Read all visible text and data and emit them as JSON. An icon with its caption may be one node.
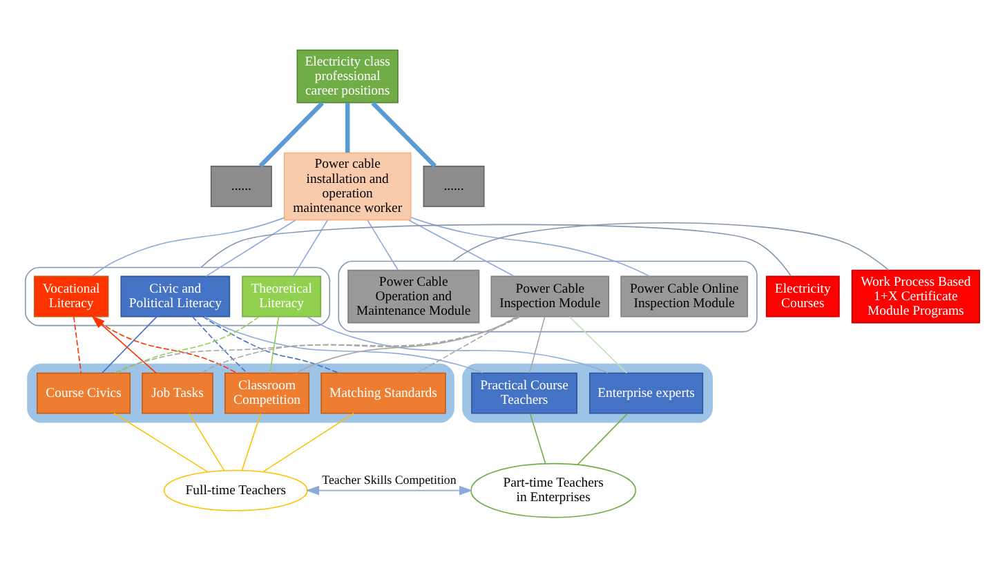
{
  "diagram": {
    "nodes": [
      {
        "text": [
          "Electricity class professional career positions"
        ]
      },
      {
        "text": [
          "......"
        ]
      },
      {
        "text": [
          "Power cable installation and operation maintenance worker"
        ]
      },
      {
        "text": [
          "......"
        ]
      },
      {
        "text": [
          "Electricity Courses"
        ]
      },
      {
        "text": [
          "Work Process Based 1+X Certificate Module Programs"
        ]
      },
      {
        "text": [],
        "shape": "box"
      },
      {
        "text": [
          "Civic and Political Literacy"
        ],
        "in": 6
      },
      {
        "text": [
          "Vocational Literacy"
        ],
        "in": 6
      },
      {
        "text": [
          "Theoretical Literacy"
        ],
        "in": 6
      },
      {
        "text": [],
        "shape": "box"
      },
      {
        "text": [
          "Power Cable Operation and Maintenance Module"
        ],
        "in": 10
      },
      {
        "text": [
          "Power Cable Inspection Module"
        ],
        "in": 10
      },
      {
        "text": [
          "Power Cable Online Inspection Module"
        ],
        "in": 10
      },
      {
        "text": [],
        "shape": "box"
      },
      {
        "text": [
          "Course Civics"
        ],
        "in": 14
      },
      {
        "text": [
          "Job Tasks"
        ],
        "in": 14
      },
      {
        "text": [
          "Matching Standards"
        ],
        "in": 14
      },
      {
        "text": [
          "Classroom Competition"
        ],
        "in": 14
      },
      {
        "text": [],
        "shape": "box"
      },
      {
        "text": [
          "Practical Course Teachers"
        ],
        "in": 19
      },
      {
        "text": [
          "Enterprise experts"
        ],
        "in": 19
      },
      {
        "text": [
          "Full-time Teachers"
        ]
      },
      {
        "text": [
          "Part-time Teachers in Enterprises"
        ]
      }
    ],
    "edges": [
      {
        "from": 0,
        "to": 1,
        "arrow": "none",
        "style": "thick",
        "color": "#5b9bd5"
      },
      {
        "from": 0,
        "to": 2,
        "arrow": "none",
        "style": "thick",
        "color": "#5b9bd5"
      },
      {
        "from": 0,
        "to": 3,
        "arrow": "none",
        "style": "thick",
        "color": "#5b9bd5"
      },
      {
        "from": 4,
        "to": 6,
        "arrow": "none",
        "color": "#8497b0"
      },
      {
        "from": 5,
        "to": 10,
        "arrow": "none",
        "color": "#8497b0"
      },
      {
        "from": 2,
        "to": 7,
        "arrow": "none"
      },
      {
        "from": 2,
        "to": 8,
        "arrow": "none"
      },
      {
        "from": 2,
        "to": 9,
        "arrow": "none"
      },
      {
        "from": 2,
        "to": 11,
        "arrow": "none"
      },
      {
        "from": 2,
        "to": 12,
        "arrow": "none"
      },
      {
        "from": 2,
        "to": 13,
        "arrow": "none"
      },
      {
        "from": 15,
        "to": 7,
        "arrow": "none",
        "color": "#4472c4"
      },
      {
        "from": 16,
        "to": 8,
        "arrow": "to",
        "color": "#ff3300"
      },
      {
        "from": 18,
        "to": 9,
        "arrow": "none",
        "color": "#92d050"
      },
      {
        "from": 18,
        "to": 12,
        "arrow": "none",
        "color": "#a6a6a6"
      },
      {
        "from": 20,
        "to": 12,
        "arrow": "none",
        "color": "#a6a6a6"
      },
      {
        "from": 17,
        "to": 7,
        "arrow": "none",
        "style": "dashed",
        "color": "#4472c4"
      },
      {
        "from": 18,
        "to": 7,
        "arrow": "none",
        "style": "dashed",
        "color": "#4472c4"
      },
      {
        "from": 15,
        "to": 8,
        "arrow": "none",
        "style": "dashed",
        "color": "#ff3300"
      },
      {
        "from": 18,
        "to": 8,
        "arrow": "none",
        "style": "dashed",
        "color": "#ff3300"
      },
      {
        "from": 15,
        "to": 9,
        "arrow": "none",
        "style": "dashed",
        "color": "#92d050"
      },
      {
        "from": 15,
        "to": 12,
        "arrow": "none",
        "style": "dashed",
        "color": "#a6a6a6"
      },
      {
        "from": 16,
        "to": 12,
        "arrow": "none",
        "style": "dashed",
        "color": "#a6a6a6"
      },
      {
        "from": 17,
        "to": 12,
        "arrow": "none",
        "style": "dashed",
        "color": "#a6a6a6"
      },
      {
        "from": 20,
        "to": 7,
        "arrow": "none"
      },
      {
        "from": 21,
        "to": 9,
        "arrow": "none"
      },
      {
        "from": 21,
        "to": 12,
        "arrow": "none",
        "color": "#c5e0b4"
      },
      {
        "from": 15,
        "to": 22,
        "arrow": "none",
        "color": "#ffc000"
      },
      {
        "from": 16,
        "to": 22,
        "arrow": "none",
        "color": "#ffc000"
      },
      {
        "from": 17,
        "to": 22,
        "arrow": "none",
        "color": "#ffc000"
      },
      {
        "from": 18,
        "to": 22,
        "arrow": "none",
        "color": "#ffc000"
      },
      {
        "from": 20,
        "to": 23,
        "arrow": "none",
        "color": "#70ad47"
      },
      {
        "from": 21,
        "to": 23,
        "arrow": "none",
        "color": "#70ad47"
      },
      {
        "from": 22,
        "to": 23,
        "arrow": "both",
        "label": "Teacher Skills Competition"
      }
    ]
  }
}
